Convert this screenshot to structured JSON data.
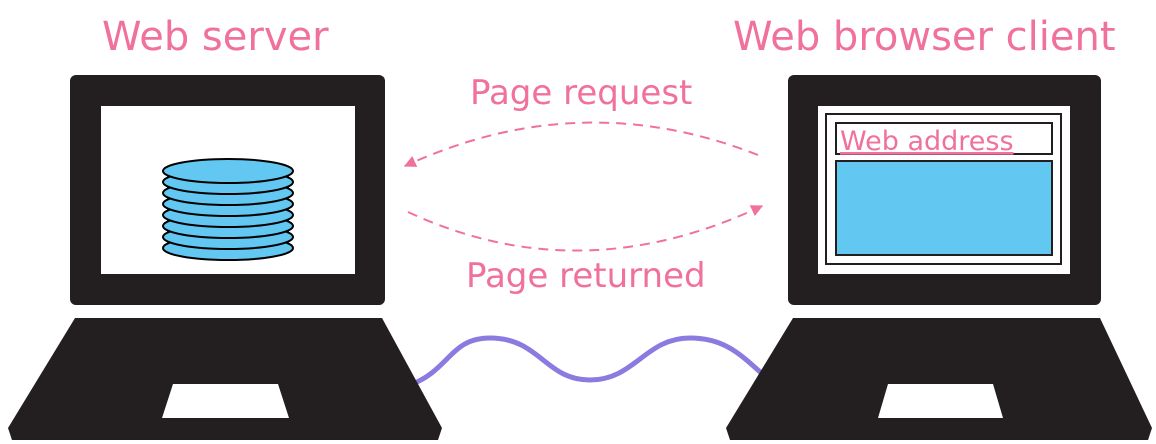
{
  "labels": {
    "server_title": "Web server",
    "client_title": "Web browser client",
    "request": "Page request",
    "returned": "Page returned",
    "address_bar": "Web address"
  },
  "colors": {
    "accent_text": "#f0719c",
    "laptop": "#231f20",
    "screen": "#ffffff",
    "database_fill": "#62c8f2",
    "browser_content": "#62c8f2",
    "cable": "#8b7be0",
    "arrows": "#f0719c"
  },
  "icons": {
    "server_storage": "database-stack-icon",
    "connection": "network-cable"
  }
}
